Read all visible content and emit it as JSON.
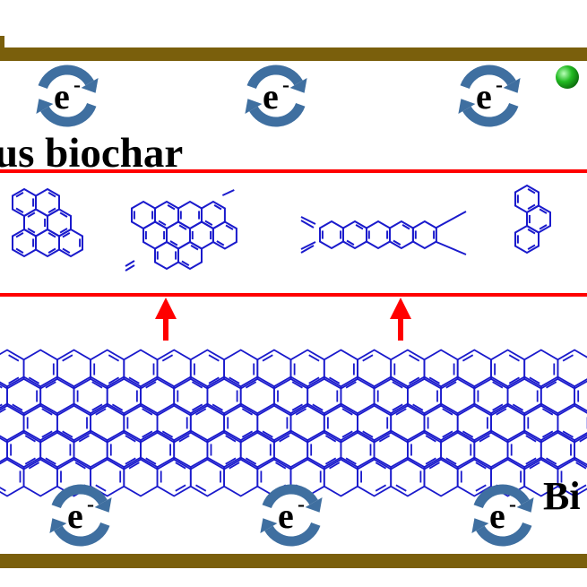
{
  "labels": {
    "top_region": "us biochar",
    "bottom_region": "Bi"
  },
  "electron": {
    "symbol": "e",
    "charge": "-"
  },
  "colors": {
    "plate": "#7a5f0c",
    "band": "#ff0000",
    "arrow": "#ff0000",
    "molecule": "#1a1acc",
    "cycle": "#3f6fa0",
    "dot": "#22bb22"
  },
  "icons": {
    "electron_cycle": "circular-arrows-icon",
    "up_arrow": "arrow-up-icon",
    "particle": "green-sphere-icon"
  }
}
